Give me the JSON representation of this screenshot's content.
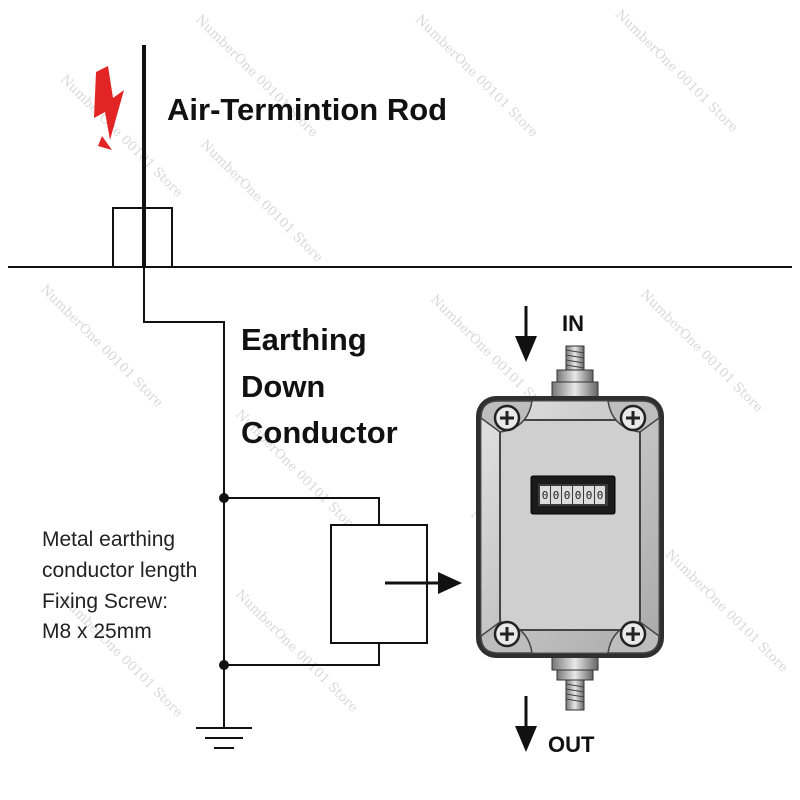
{
  "labels": {
    "rod": "Air-Termintion Rod",
    "down_conductor": [
      "Earthing",
      "Down",
      "Conductor"
    ],
    "spec": [
      "Metal earthing",
      "conductor length",
      "Fixing Screw:",
      "M8 x 25mm"
    ],
    "in": "IN",
    "out": "OUT"
  },
  "counter_digits": [
    "0",
    "0",
    "0",
    "0",
    "0",
    "0"
  ],
  "watermark": "NumberOne 00101 Store",
  "colors": {
    "line": "#111111",
    "lightning": "#e32424",
    "enclosure": "#c9c9c9",
    "enclosure_edge": "#3a3a3a"
  },
  "icons": [
    "lightning-bolt-icon",
    "ground-symbol-icon",
    "arrow-down-icon",
    "arrow-right-icon"
  ]
}
